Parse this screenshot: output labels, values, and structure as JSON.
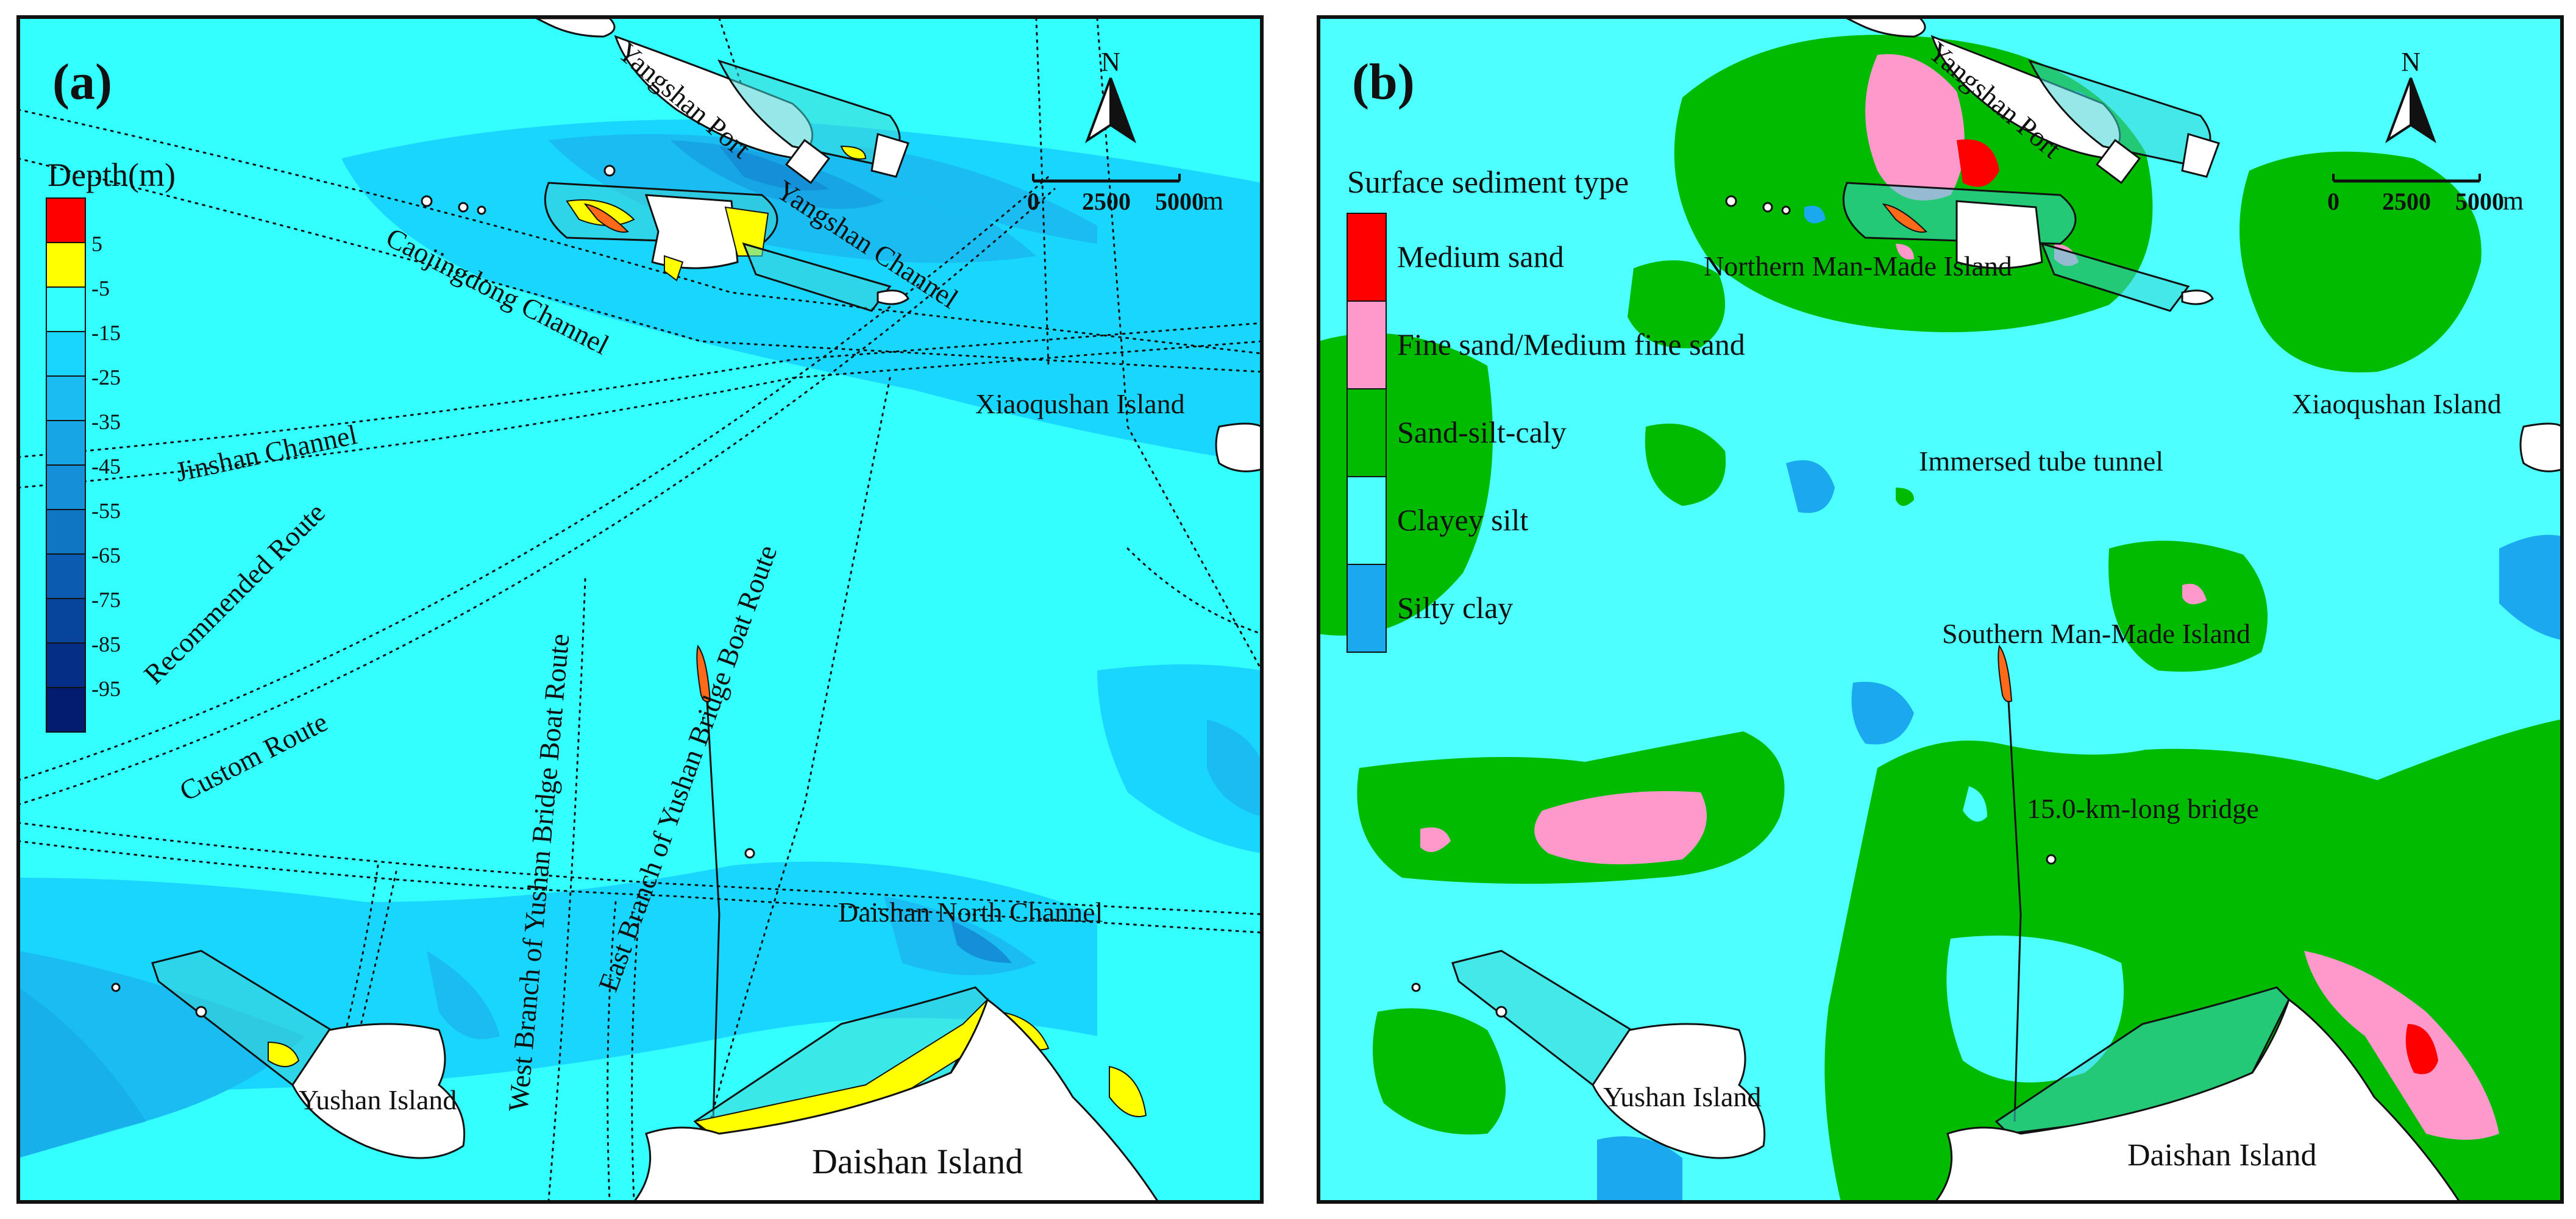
{
  "panels": {
    "a": {
      "label": "(a)",
      "legend_title": "Depth(m)",
      "depth_ticks": [
        "5",
        "-5",
        "-15",
        "-25",
        "-35",
        "-45",
        "-55",
        "-65",
        "-75",
        "-85",
        "-95"
      ],
      "depth_colors": [
        "#ff0000",
        "#ffff00",
        "#33ffff",
        "#19d6ff",
        "#19bdf2",
        "#16a6e6",
        "#1390d8",
        "#0f76c4",
        "#0b5cb0",
        "#07449c",
        "#052f86",
        "#031c70"
      ],
      "place_labels": {
        "yangshan_port": "Yangshan Port",
        "yangshan_channel": "Yangshan Channel",
        "caojingdong": "Caojingdong Channel",
        "jinshan": "Jinshan Channel",
        "recommended": "Recommended Route",
        "custom": "Custom Route",
        "west_branch": "West Branch of Yushan Bridge Boat Route",
        "east_branch": "East Branch of Yushan Bridge Boat Route",
        "xiaoqushan": "Xiaoqushan Island",
        "daishan_north": "Daishan North Channel",
        "yushan": "Yushan Island",
        "daishan": "Daishan Island"
      },
      "north": "N",
      "scale": {
        "zero": "0",
        "mid": "2500",
        "end": "5000",
        "unit": "m"
      }
    },
    "b": {
      "label": "(b)",
      "legend_title": "Surface sediment type",
      "sediments": [
        {
          "name": "Medium sand",
          "color": "#ff0000"
        },
        {
          "name": "Fine sand/Medium fine sand",
          "color": "#ff99cc"
        },
        {
          "name": "Sand-silt-caly",
          "color": "#00bb00"
        },
        {
          "name": "Clayey silt",
          "color": "#4dffff"
        },
        {
          "name": "Silty clay",
          "color": "#1aa8ee"
        }
      ],
      "place_labels": {
        "yangshan_port": "Yangshan Port",
        "northern_island": "Northern Man-Made Island",
        "xiaoqushan": "Xiaoqushan Island",
        "tunnel": "Immersed tube tunnel",
        "southern_island": "Southern Man-Made Island",
        "bridge": "15.0-km-long bridge",
        "yushan": "Yushan Island",
        "daishan": "Daishan Island"
      },
      "north": "N",
      "scale": {
        "zero": "0",
        "mid": "2500",
        "end": "5000",
        "unit": "m"
      }
    }
  }
}
